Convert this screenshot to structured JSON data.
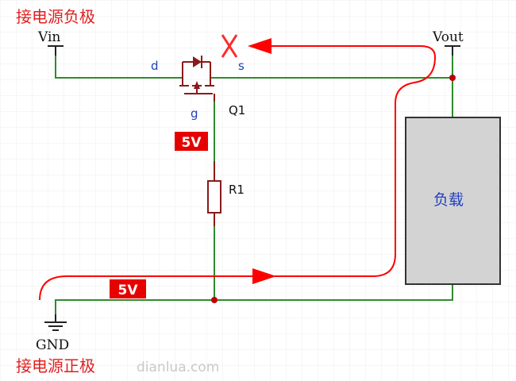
{
  "annotations": {
    "top": "接电源负极",
    "bottom": "接电源正极",
    "blocked_mark": "X"
  },
  "terminals": {
    "vin": "Vin",
    "vout": "Vout",
    "gnd": "GND"
  },
  "mosfet": {
    "drain": "d",
    "source": "s",
    "gate": "g",
    "ref": "Q1"
  },
  "resistor": {
    "ref": "R1"
  },
  "voltage_badges": {
    "gate_badge": "5V",
    "rail_badge": "5V"
  },
  "load": {
    "label": "负载"
  },
  "watermark": "dianlua.com",
  "colors": {
    "wire": "#2e8b2e",
    "component": "#8b1a1a",
    "current": "#ff0000",
    "badge_bg": "#e60000",
    "pin_label": "#1f3fbf",
    "annotation": "#e02020",
    "load_fill": "#d3d3d3",
    "grid": "#ececec"
  }
}
